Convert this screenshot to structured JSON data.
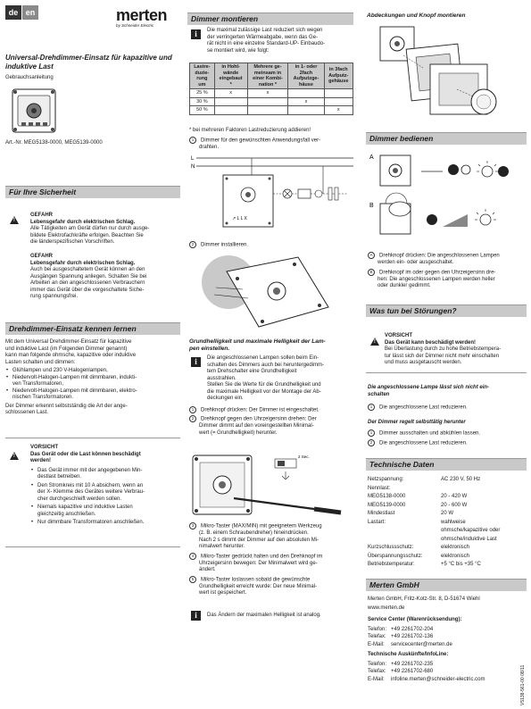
{
  "lang": {
    "active": "de",
    "other": "en"
  },
  "brand": {
    "name": "merten",
    "sub": "by Schneider Electric",
    "color": "#1a1a1a"
  },
  "col1": {
    "title": "Universal-Drehdimmer-Einsatz für kapazitive und induktive Last",
    "subtitle": "Gebrauchsanleitung",
    "artno": "Art.-Nr. MEG5138-0000, MEG5139-0000",
    "safety_heading": "Für Ihre Sicherheit",
    "danger1_title": "GEFAHR",
    "danger1_subtitle": "Lebensgefahr durch elektrischen Schlag.",
    "danger1_lines": [
      "Alle Tätigkeiten am Gerät dürfen nur durch ausge-",
      "bildete Elektrofachkräfte erfolgen. Beachten Sie",
      "die länderspezifischen Vorschriften."
    ],
    "danger2_title": "GEFAHR",
    "danger2_subtitle": "Lebensgefahr durch elektrischen Schlag.",
    "danger2_lines": [
      "Auch bei ausgeschaltetem Gerät können an den",
      "Ausgängen Spannung anliegen. Schalten Sie bei",
      "Arbeiten an den angeschlossenen Verbrauchern",
      "immer das Gerät über die vorgeschaltete Siche-",
      "rung spannungsfrei."
    ],
    "intro_heading": "Drehdimmer-Einsatz kennen lernen",
    "intro_lines": [
      "Mit dem Universal Drehdimmer-Einsatz für kapazitive",
      "und induktive Last (im Folgenden Dimmer genannt)",
      "kann man folgende ohmsche, kapazitive oder induktive",
      "Lasten schalten und dimmen:"
    ],
    "bullets": [
      [
        "Glühlampen und 230 V-Halogenlampen,"
      ],
      [
        "Niedervolt-Halogen-Lampen mit dimmbaren, indukti-",
        "ven Transformatoren,"
      ],
      [
        "Niedervolt-Halogen-Lampen mit dimmbaren, elektro-",
        "nischen Transformatoren."
      ]
    ],
    "after_bullets": [
      "Der Dimmer erkennt selbstständig die Art der ange-",
      "schlossenen Last."
    ],
    "caution_title": "VORSICHT",
    "caution_subtitle": [
      "Das Gerät oder die Last können beschädigt",
      "werden!"
    ],
    "caution_bullets": [
      [
        "Das Gerät immer mit der angegebenen Min-",
        "destlast betreiben."
      ],
      [
        "Den Stromkreis mit 10 A absichern, wenn an",
        "der X- Klemme des Gerätes weitere Verbrau-",
        "cher durchgeschleift werden sollen."
      ],
      [
        "Niemals kapazitive und induktive Lasten",
        "gleichzeitig anschließen."
      ],
      [
        "Nur dimmbare Transformatoren anschließen."
      ]
    ]
  },
  "col2": {
    "mount_heading": "Dimmer montieren",
    "info1_lines": [
      "Die maximal zulässige Last reduziert sich wegen",
      "der verringerten Wärmeabgabe, wenn das Ge-",
      "rät nicht in eine einzelne Standard-UP- Einbaudo-",
      "se montiert wird, wie folgt:"
    ],
    "table_head": [
      [
        "Lastre-",
        "duzie-",
        "rung",
        "um"
      ],
      [
        "in Hohl-",
        "wände",
        "eingebaut",
        "*"
      ],
      [
        "Mehrere ge-",
        "meinsam in",
        "einer Kombi-",
        "nation *"
      ],
      [
        "in 1- oder",
        "2fach",
        "Aufputzge-",
        "häuse"
      ],
      [
        "in 3fach",
        "Aufputz-",
        "gehäuse"
      ]
    ],
    "table_rows": [
      [
        "25 %",
        "x",
        "x",
        "",
        ""
      ],
      [
        "30 %",
        "",
        "",
        "x",
        ""
      ],
      [
        "50 %",
        "",
        "",
        "",
        "x"
      ]
    ],
    "table_note": "* bei mehreren Faktoren Lastreduzierung addieren!",
    "step1": [
      "Dimmer für den gewünschten Anwendungsfall ver-",
      "drahten."
    ],
    "wiring_labels": {
      "L": "L",
      "N": "N",
      "terminals": "↗ L L X"
    },
    "step2": "Dimmer installieren.",
    "brightness_heading": [
      "Grundhelligkeit und maximale Helligkeit der Lam-",
      "pen einstellen."
    ],
    "info2_lines": [
      "Die angeschlossenen Lampen sollen beim Ein-",
      "schalten des Dimmers auch bei heruntergedimm-",
      "tem Drehschalter eine Grundhelligkeit",
      "ausstrahlen.",
      "Stellen Sie die Werte für die Grundhelligkeit und",
      "die maximale Helligkeit vor der Montage der Ab-",
      "deckungen ein."
    ],
    "steps_a": [
      [
        "1",
        [
          "Drehknopf drücken: Der Dimmer ist eingeschaltet."
        ]
      ],
      [
        "2",
        [
          "Drehknopf gegen den Uhrzeigersinn drehen: Der",
          "Dimmer dimmt auf den voreingestellten Minimal-",
          "wert (= Grundhelligkeit) herunter."
        ]
      ]
    ],
    "press_label": "2 Sec.",
    "steps_b": [
      [
        "3",
        [
          "Mikro-Taster (MAX/MIN) mit geeignetem Werkzeug",
          "(z. B. einem Schraubendreher) hineindrücken.",
          "Nach 2 s dimmt der Dimmer auf den absoluten Mi-",
          "nimalwert herunter."
        ]
      ],
      [
        "4",
        [
          "Mikro-Taster gedrückt halten und den Drehknopf im",
          "Uhrzeigersinn bewegen: Der Minimalwert wird ge-",
          "ändert."
        ]
      ],
      [
        "5",
        [
          "Mikro-Taster loslassen sobald die gewünschte",
          "Grundhelligkeit erreicht wurde: Der neue Minimal-",
          "wert ist gespeichert."
        ]
      ]
    ],
    "info3": "Das Ändern der maximalen Helligkeit ist analog."
  },
  "col3": {
    "covers_heading": "Abdeckungen und Knopf montieren",
    "operate_heading": "Dimmer bedienen",
    "operate_steps": [
      [
        "A",
        [
          "Drehknopf drücken: Die angeschlossenen Lampen",
          "werden ein- oder ausgeschaltet."
        ]
      ],
      [
        "B",
        [
          "Drehknopf im oder gegen den Uhrzeigersinn dre-",
          "hen: Die angeschlossenen Lampen werden heller",
          "oder dunkler gedimmt."
        ]
      ]
    ],
    "trouble_heading": "Was tun bei Störungen?",
    "trouble_caution_title": "VORSICHT",
    "trouble_caution_subtitle": "Das Gerät kann beschädigt werden!",
    "trouble_caution_lines": [
      "Bei Überlastung durch zu hohe Betriebstempera-",
      "tur lässt sich der Dimmer nicht mehr einschalten",
      "und muss ausgetauscht werden."
    ],
    "problem1_heading": [
      "Die angeschlossene Lampe lässt sich nicht ein-",
      "schalten"
    ],
    "problem1_steps": [
      [
        "1",
        "Die angeschlossene Last reduzieren."
      ]
    ],
    "problem2_heading": "Der Dimmer regelt selbsttätig herunter",
    "problem2_steps": [
      [
        "1",
        "Dimmer ausschalten und abkühlen lassen."
      ],
      [
        "2",
        "Die angeschlossene Last reduzieren."
      ]
    ],
    "tech_heading": "Technische Daten",
    "tech_rows": [
      [
        "Netzspannung:",
        "AC 230 V, 50 Hz"
      ],
      [
        "Nennlast:",
        ""
      ],
      [
        "MEG5138-0000",
        "20 - 420 W"
      ],
      [
        "MEG5139-0000",
        "20 - 600 W"
      ],
      [
        "Mindestlast",
        "20 W"
      ],
      [
        "Lastart:",
        "wahlweise"
      ],
      [
        "",
        "ohmsche/kapazitive oder"
      ],
      [
        "",
        "ohmsche/induktive Last"
      ],
      [
        "Kurzschlussschutz:",
        "elektronisch"
      ],
      [
        "Überspannungsschutz:",
        "elektronisch"
      ],
      [
        "Betriebstemperatur:",
        "+5 °C bis +35 °C"
      ]
    ],
    "company_heading": "Merten GmbH",
    "address": "Merten GmbH, Fritz-Kotz-Str. 8, D-51674 Wiehl",
    "web": "www.merten.de",
    "service_heading": "Service Center (Warenrücksendung):",
    "service": [
      [
        "Telefon:",
        "+49 2261702-204"
      ],
      [
        "Telefax:",
        "+49 2261702-136"
      ],
      [
        "E-Mail:",
        "servicecenter@merten.de"
      ]
    ],
    "tech_info_heading": "Technische Auskünfte/InfoLine:",
    "tech_info": [
      [
        "Telefon:",
        "+49 2261702-235"
      ],
      [
        "Telefax:",
        "+49 2261702-680"
      ],
      [
        "E-Mail:",
        "infoline.merten@schneider-electric.com"
      ]
    ],
    "docno": "V5138-561-00 08/11"
  }
}
